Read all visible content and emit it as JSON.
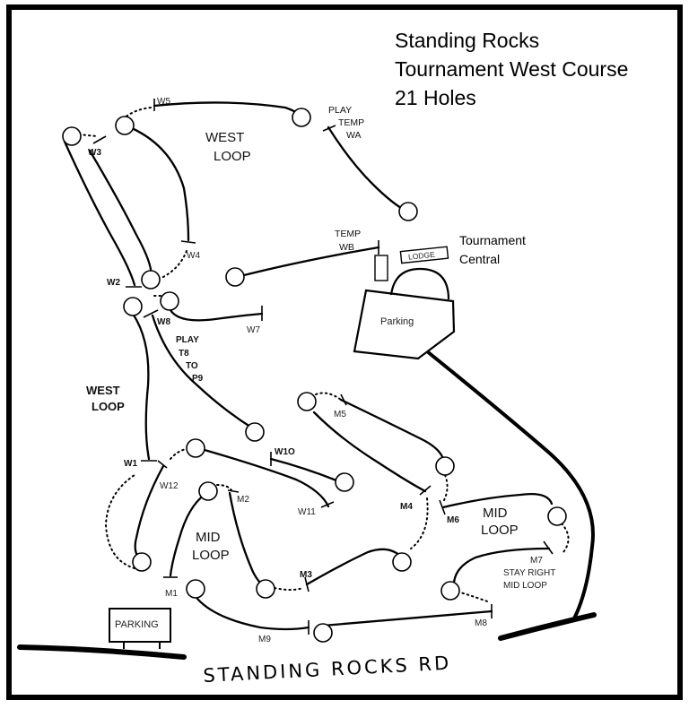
{
  "title": {
    "line1": "Standing Rocks",
    "line2": "Tournament West Course",
    "line3": "21 Holes"
  },
  "areas": {
    "west_loop_top_1": "WEST",
    "west_loop_top_2": "LOOP",
    "west_loop_side_1": "WEST",
    "west_loop_side_2": "LOOP",
    "mid_loop_left_1": "MID",
    "mid_loop_left_2": "LOOP",
    "mid_loop_right_1": "MID",
    "mid_loop_right_2": "LOOP"
  },
  "notes": {
    "play_temp_1": "PLAY",
    "play_temp_2": "TEMP",
    "play_temp_3": "WA",
    "temp_wb_1": "TEMP",
    "temp_wb_2": "WB",
    "play_t8_1": "PLAY",
    "play_t8_2": "T8",
    "play_t8_3": "TO",
    "play_t8_4": "P9",
    "stay_right_1": "STAY RIGHT",
    "stay_right_2": "MID LOOP"
  },
  "facilities": {
    "lodge": "LODGE",
    "tournament_central_1": "Tournament",
    "tournament_central_2": "Central",
    "parking_lot": "Parking",
    "parking_sign": "PARKING"
  },
  "road": {
    "name": "STANDING ROCKS RD"
  },
  "holes": {
    "W1": "W1",
    "W2": "W2",
    "W3": "W3",
    "W4": "W4",
    "W5": "W5",
    "W7": "W7",
    "W8": "W8",
    "W10": "W1O",
    "W11": "W11",
    "W12": "W12",
    "M1": "M1",
    "M2": "M2",
    "M3": "M3",
    "M4": "M4",
    "M5": "M5",
    "M6": "M6",
    "M7": "M7",
    "M8": "M8",
    "M9": "M9"
  }
}
